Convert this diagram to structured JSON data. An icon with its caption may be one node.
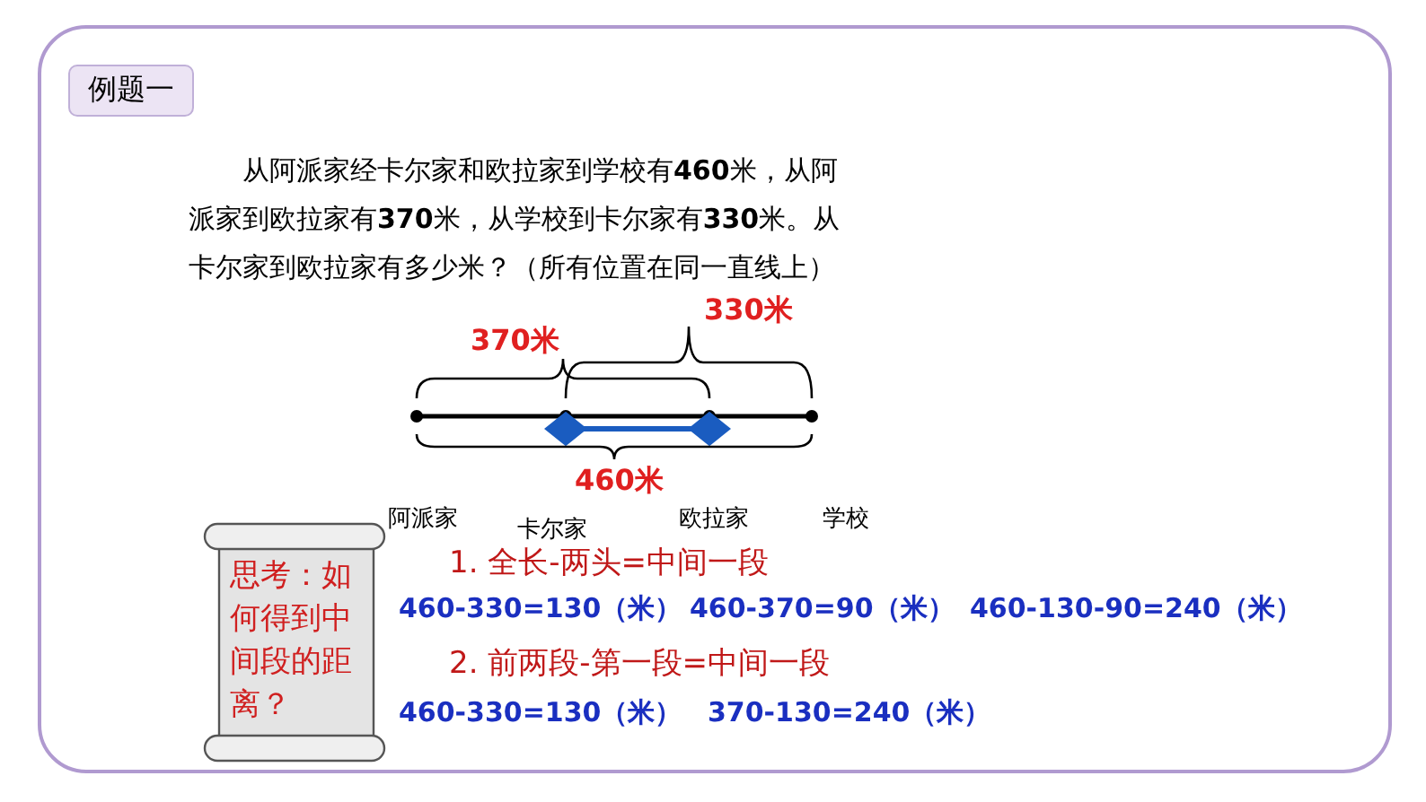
{
  "diagram": {
    "nodes": [
      {
        "text": [
          "例题一"
        ]
      },
      {
        "text": [
          "思考：如何得到中间段的距离？"
        ]
      }
    ],
    "labels": [
      "从阿派家经卡尔家和欧拉家到学校有**460**米，从阿派家到欧拉家有**370**米，从学校到卡尔家有**330**米。从卡尔家到欧拉家有多少米？（所有位置在同一直线上）",
      "330米",
      "370米",
      "460米",
      "阿派家",
      "卡尔家",
      "欧拉家",
      "学校",
      "1.  全长-两头=中间一段",
      "460-330=130（米）",
      "460-370=90（米）",
      "460-130-90=240（米）",
      "2.  前两段-第一段=中间一段",
      "460-330=130（米）",
      "370-130=240（米）"
    ]
  }
}
